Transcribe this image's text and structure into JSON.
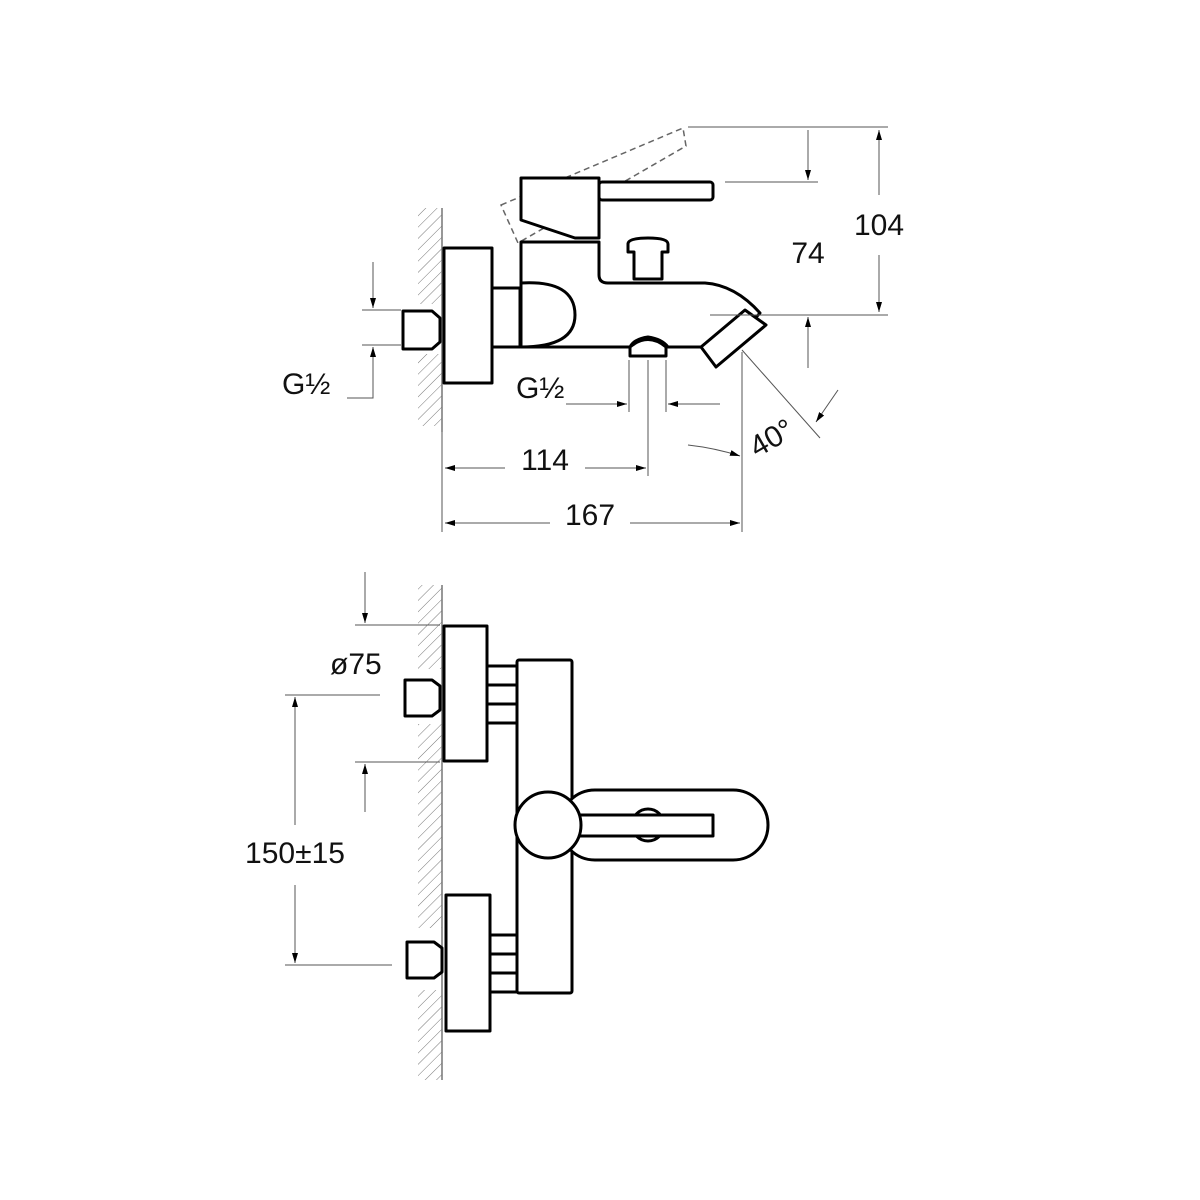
{
  "title": "Bath/shower mixer technical drawing",
  "side_view": {
    "dimensions": {
      "total_height": "104",
      "lever_height": "74",
      "inlet_thread": "G½",
      "outlet_thread": "G½",
      "outlet_distance": "114",
      "total_projection": "167",
      "spout_angle": "40°"
    }
  },
  "top_view": {
    "dimensions": {
      "rosette_diameter": "ø75",
      "inlet_spacing": "150±15"
    }
  },
  "colors": {
    "line": "#000000",
    "dimension": "#555555",
    "background": "#ffffff"
  }
}
